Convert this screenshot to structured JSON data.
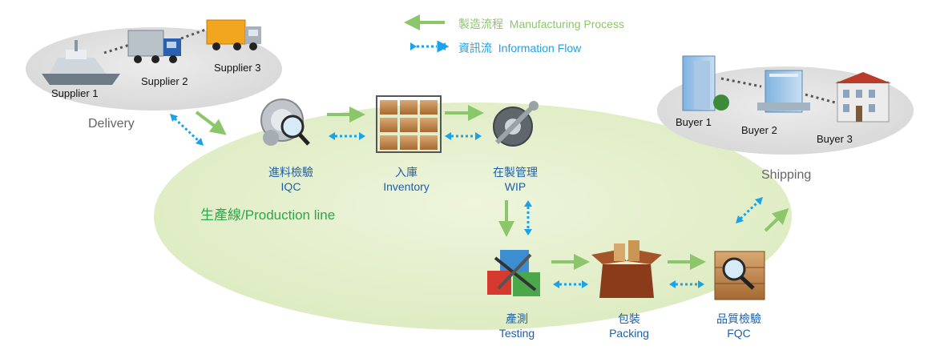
{
  "legend": {
    "manufacturing": {
      "zh": "製造流程",
      "en": "Manufacturing Process",
      "color": "#8cc66b"
    },
    "information": {
      "zh": "資訊流",
      "en": "Information Flow",
      "color": "#1aa3e8"
    }
  },
  "suppliers": [
    {
      "label": "Supplier 1",
      "icon": "ship-icon"
    },
    {
      "label": "Supplier 2",
      "icon": "truck-icon"
    },
    {
      "label": "Supplier 3",
      "icon": "truck-icon"
    }
  ],
  "buyers": [
    {
      "label": "Buyer 1",
      "icon": "building-icon"
    },
    {
      "label": "Buyer 2",
      "icon": "building-icon"
    },
    {
      "label": "Buyer 3",
      "icon": "building-icon"
    }
  ],
  "delivery_label": "Delivery",
  "shipping_label": "Shipping",
  "production_line": {
    "zh": "生產線",
    "sep": "/",
    "en": "Production line",
    "color": "#2aa84a"
  },
  "steps": {
    "iqc": {
      "zh": "進料檢驗",
      "en": "IQC",
      "icon": "gear-magnifier-icon"
    },
    "inventory": {
      "zh": "入庫",
      "en": "Inventory",
      "icon": "warehouse-shelf-icon"
    },
    "wip": {
      "zh": "在製管理",
      "en": "WIP",
      "icon": "gear-wrench-icon"
    },
    "testing": {
      "zh": "產測",
      "en": "Testing",
      "icon": "tools-cubes-icon"
    },
    "packing": {
      "zh": "包裝",
      "en": "Packing",
      "icon": "open-box-icon"
    },
    "fqc": {
      "zh": "品質檢驗",
      "en": "FQC",
      "icon": "crate-magnifier-icon"
    }
  }
}
